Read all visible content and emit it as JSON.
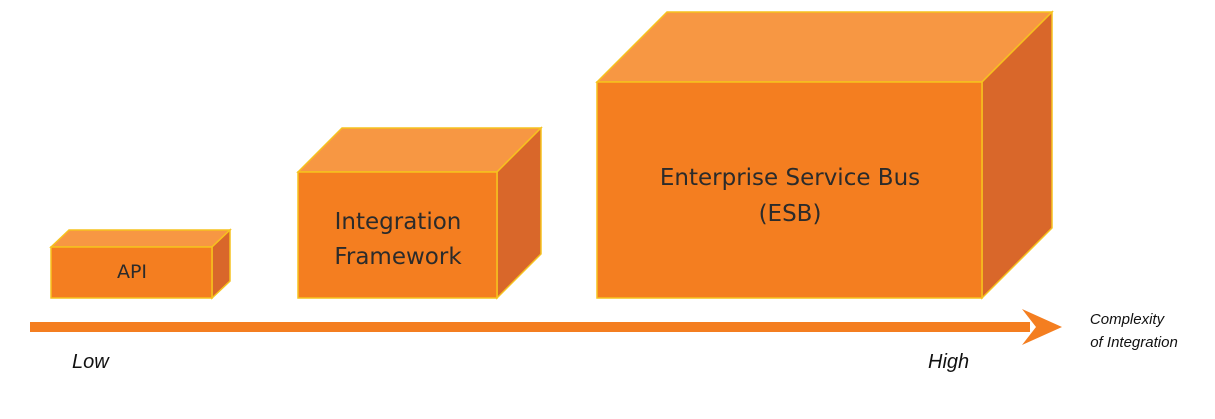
{
  "colors": {
    "front": "#f47e20",
    "top": "#f79743",
    "side": "#d9672a",
    "edge": "#f6c21e",
    "arrow": "#f47e20"
  },
  "boxes": [
    {
      "id": "api",
      "label_lines": [
        "API"
      ]
    },
    {
      "id": "integration-framework",
      "label_lines": [
        "Integration",
        "Framework"
      ]
    },
    {
      "id": "esb",
      "label_lines": [
        "Enterprise Service Bus",
        "(ESB)"
      ]
    }
  ],
  "axis": {
    "low_label": "Low",
    "high_label": "High",
    "title_lines": [
      "Complexity",
      "of Integration"
    ]
  }
}
